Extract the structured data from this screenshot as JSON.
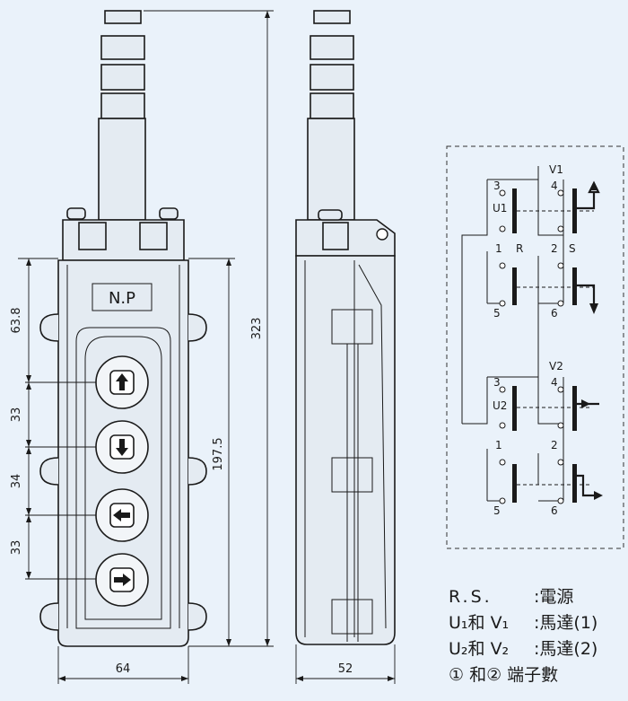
{
  "front_view": {
    "nameplate": "N.P",
    "buttons": [
      "arrow-up-icon",
      "arrow-down-icon",
      "arrow-left-icon",
      "arrow-right-icon"
    ],
    "dimensions": {
      "top_offset": "63.8",
      "pitch_1": "33",
      "pitch_2": "34",
      "pitch_3": "33",
      "total_height": "323",
      "body_height": "197.5",
      "width": "64"
    }
  },
  "side_view": {
    "dimensions": {
      "depth": "52"
    }
  },
  "wiring": {
    "groups": [
      {
        "label": "V1",
        "unit": "U1",
        "terminals": [
          "3",
          "4",
          "1",
          "2",
          "5",
          "6"
        ],
        "left_letter": "R",
        "right_letter": "S"
      },
      {
        "label": "V2",
        "unit": "U2",
        "terminals": [
          "3",
          "4",
          "1",
          "2",
          "5",
          "6"
        ],
        "left_letter": "",
        "right_letter": ""
      }
    ]
  },
  "legend": [
    {
      "key": "R.S.",
      "value": ":電源"
    },
    {
      "key": "U₁和 V₁",
      "value": ":馬達(1)"
    },
    {
      "key": "U₂和 V₂",
      "value": ":馬達(2)"
    },
    {
      "key": "① 和② 端子數",
      "value": ""
    }
  ]
}
